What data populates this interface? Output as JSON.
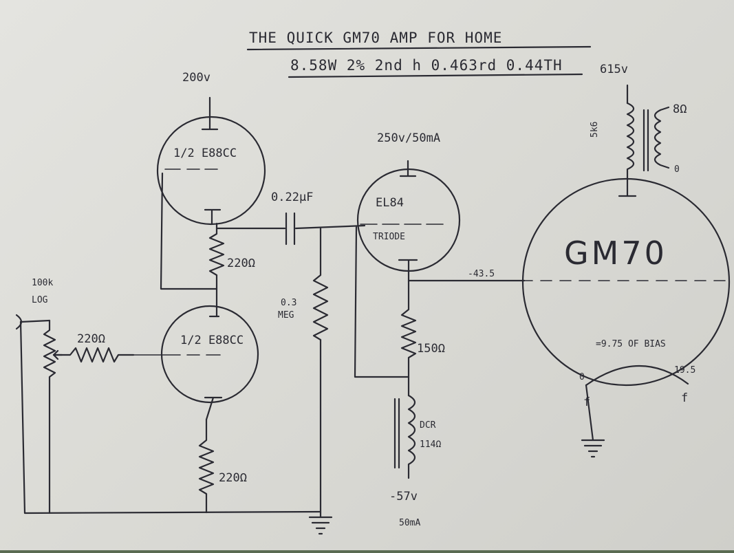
{
  "title_line1": "THE QUICK GM70 AMP FOR HOME",
  "title_line2": "8.58W 2% 2nd h 0.463rd 0.44TH",
  "supplies": {
    "v200": "200v",
    "v250": "250v/50mA",
    "v615": "615v",
    "neg57": "-57v",
    "neg57_current": "50mA"
  },
  "tubes": {
    "top_e88cc": "1/2 E88CC",
    "bottom_e88cc": "1/2 E88CC",
    "el84": "EL84",
    "el84_mode": "TRIODE",
    "gm70": "GM70"
  },
  "components": {
    "pot": "100k LOG",
    "grid_stopper": "220Ω",
    "anode_res": "220Ω",
    "cathode_res": "220Ω",
    "coupling_cap": "0.22µF",
    "grid_leak": "0.3 MEG",
    "el84_cathode_res": "150Ω",
    "choke": "DCR 114Ω",
    "otx_primary": "5k6",
    "otx_secondary": "8Ω",
    "otx_zero": "0"
  },
  "annotations": {
    "gm70_grid_v": "-43.5",
    "bias_note": "=9.75 OF BIAS",
    "filament_v": "19.5",
    "filament_zero": "0",
    "filament_f1": "f",
    "filament_f2": "f"
  }
}
